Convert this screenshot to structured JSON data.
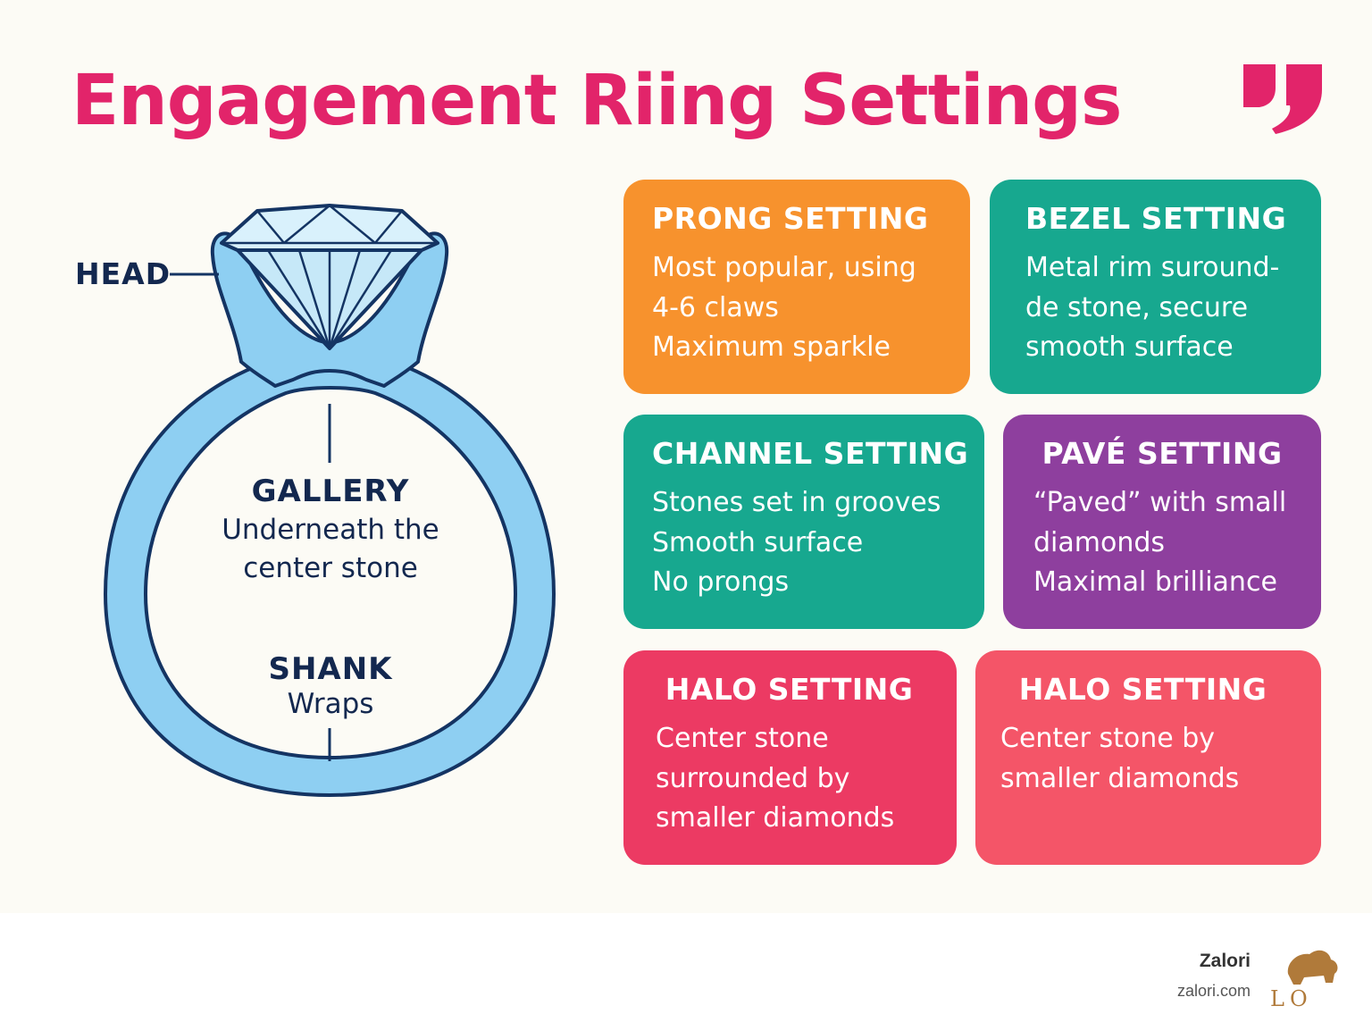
{
  "title": "Engagement Riing Settings",
  "ring_labels": {
    "head": "HEAD",
    "gallery_title": "GALLERY",
    "gallery_text": "Underneath the center stone",
    "shank_title": "SHANK",
    "shank_text": "Wraps"
  },
  "cards": [
    {
      "title": "PRONG SETTING",
      "text": "Most popular, using\n4-6 claws\nMaximum sparkle",
      "color": "#f7922d"
    },
    {
      "title": "BEZEL SETTING",
      "text": "Metal rim suround-\nde stone, secure\nsmooth surface",
      "color": "#17a88f"
    },
    {
      "title": "CHANNEL SETTING",
      "text": "Stones set in grooves\nSmooth surface\nNo prongs",
      "color": "#17a88f"
    },
    {
      "title": "PAVÉ SETTING",
      "text": "“Paved” with small\ndiamonds\nMaximal brilliance",
      "color": "#8e3f9e"
    },
    {
      "title": "HALO SETTING",
      "text": "Center stone\nsurrounded by\nsmaller diamonds",
      "color": "#ec3a63"
    },
    {
      "title": "HALO SETTING",
      "text": "Center stone by\nsmaller diamonds",
      "color": "#f45568"
    }
  ],
  "footer": {
    "brand": "Zalori",
    "url": "zalori.com",
    "logo_text": "LO"
  },
  "colors": {
    "title": "#e2246a",
    "ring_fill": "#8ecff2",
    "ring_outline": "#143463",
    "label_text": "#13284f"
  }
}
